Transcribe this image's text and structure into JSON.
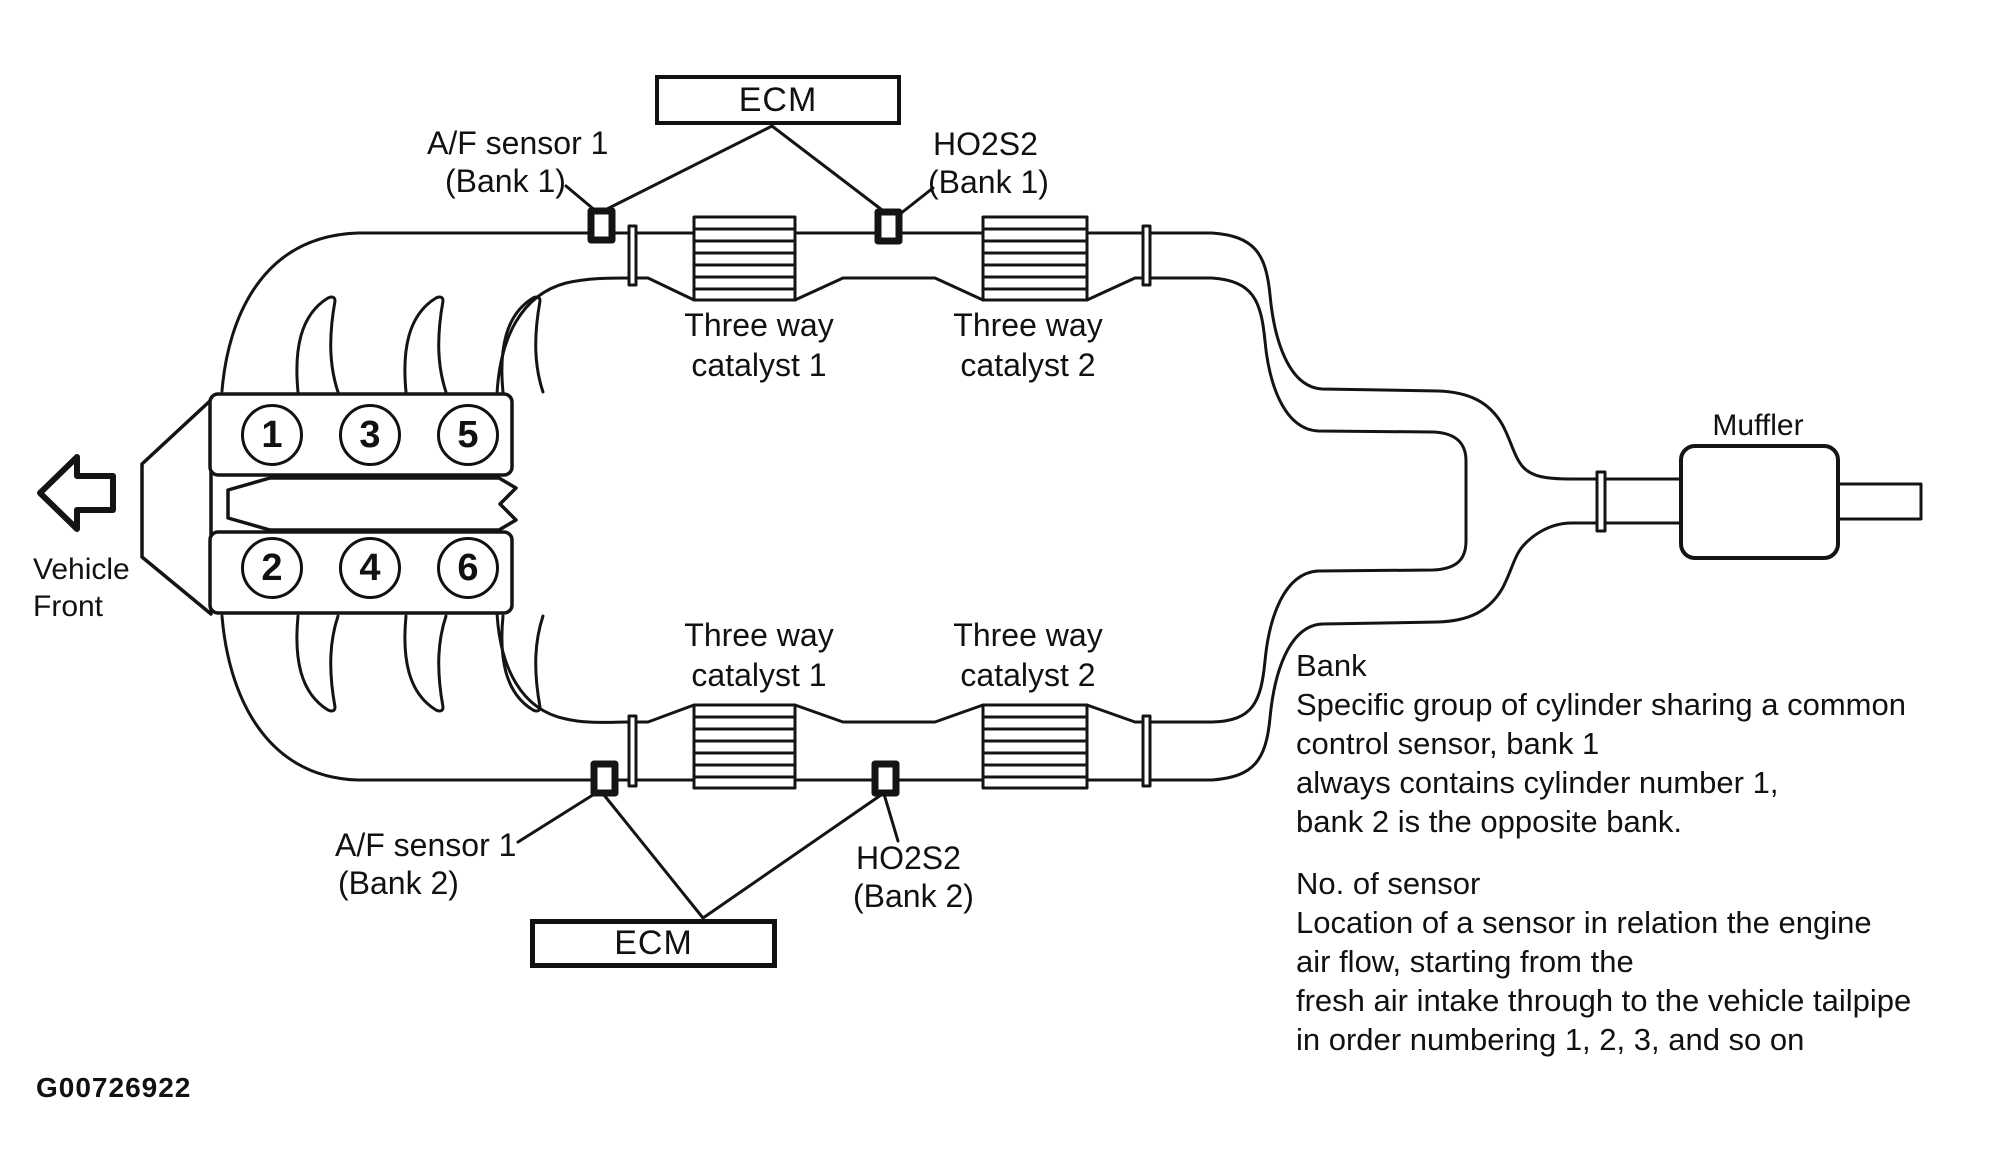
{
  "diagram": {
    "ecm_top_label": "ECM",
    "ecm_bottom_label": "ECM",
    "sensor_labels": {
      "af1_bank1": {
        "line1": "A/F sensor 1",
        "line2": "(Bank 1)"
      },
      "ho2s2_bank1": {
        "line1": "HO2S2",
        "line2": "(Bank 1)"
      },
      "af1_bank2": {
        "line1": "A/F sensor 1",
        "line2": "(Bank 2)"
      },
      "ho2s2_bank2": {
        "line1": "HO2S2",
        "line2": "(Bank 2)"
      }
    },
    "catalyst_labels": {
      "bank1_cat1": {
        "line1": "Three way",
        "line2": "catalyst 1"
      },
      "bank1_cat2": {
        "line1": "Three way",
        "line2": "catalyst 2"
      },
      "bank2_cat1": {
        "line1": "Three way",
        "line2": "catalyst 1"
      },
      "bank2_cat2": {
        "line1": "Three way",
        "line2": "catalyst 2"
      }
    },
    "muffler_label": "Muffler",
    "vehicle_front": {
      "line1": "Vehicle",
      "line2": "Front"
    },
    "cylinders": {
      "bank1": [
        "1",
        "3",
        "5"
      ],
      "bank2": [
        "2",
        "4",
        "6"
      ]
    },
    "figure_id": "G00726922",
    "line_color": "#141414"
  },
  "notes": {
    "bank": "Bank\nSpecific group of cylinder sharing a common\ncontrol sensor, bank 1\nalways contains cylinder number 1,\nbank 2 is the opposite bank.",
    "number_of_sensor": "No. of sensor\nLocation of a sensor in relation the engine\nair flow, starting from the\nfresh air intake through to the vehicle tailpipe\nin order numbering 1, 2, 3, and so on"
  }
}
